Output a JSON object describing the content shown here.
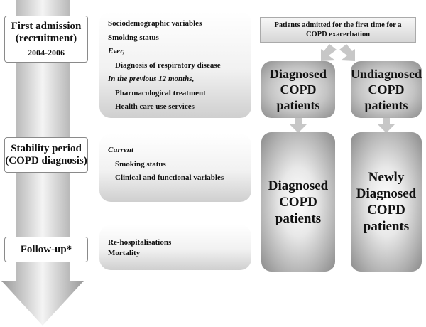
{
  "phases": [
    {
      "title": "First admission (recruitment)",
      "subtitle": "2004-2006"
    },
    {
      "title": "Stability period (COPD diagnosis)",
      "subtitle": ""
    },
    {
      "title": "Follow-up*",
      "subtitle": ""
    }
  ],
  "admission_box": {
    "lines": [
      "Sociodemographic variables",
      "Smoking status",
      "Ever,",
      "Diagnosis of respiratory disease",
      "In the previous 12 months,",
      "Pharmacological treatment",
      "Health care use services"
    ]
  },
  "stability_box": {
    "lines": [
      "Current",
      "Smoking status",
      "Clinical and functional variables"
    ]
  },
  "followup_box": {
    "lines": [
      "Re-hospitalisations",
      "Mortality"
    ]
  },
  "cohort": {
    "top": "Patients admitted for the first time for  a COPD exacerbation",
    "diagnosed": "Diagnosed\nCOPD\npatients",
    "undiagnosed": "Undiagnosed\nCOPD\npatients",
    "diagnosed_final": "Diagnosed\nCOPD\npatients",
    "newly_diagnosed": "Newly\nDiagnosed\nCOPD\npatients"
  }
}
